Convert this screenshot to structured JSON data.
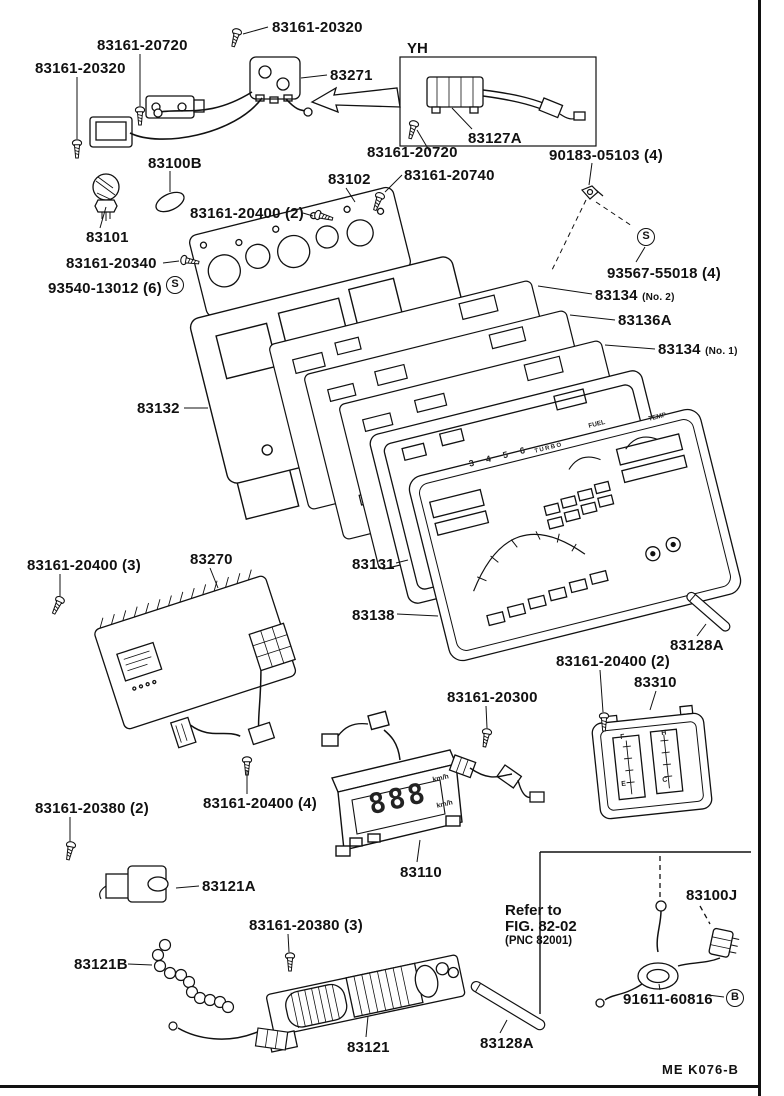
{
  "page": {
    "yh_label": "YH",
    "footer_code": "ME K076-B",
    "note": {
      "line1": "Refer to",
      "line2": "FIG. 82-02",
      "line3": "(PNC 82001)"
    }
  },
  "callouts": {
    "c01": "83161-20320",
    "c02": "83161-20720",
    "c03": "83161-20320",
    "c04": "83271",
    "c05": "83127A",
    "c06": "83161-20720",
    "c07": "90183-05103 (4)",
    "c08": "83100B",
    "c09": "83102",
    "c10": "83161-20740",
    "c11": "83161-20400 (2)",
    "c12": "83101",
    "c13": "83161-20340",
    "c14": "93540-13012 (6)",
    "c15": "93567-55018 (4)",
    "c16": "83134",
    "c16_suffix": "(No. 2)",
    "c17": "83136A",
    "c18": "83134",
    "c18_suffix": "(No. 1)",
    "c19": "83132",
    "c20": "83161-20400 (3)",
    "c21": "83270",
    "c22": "83131",
    "c23": "83138",
    "c24": "83128A",
    "c25": "83161-20400 (2)",
    "c26": "83310",
    "c27": "83161-20300",
    "c28": "83161-20400 (4)",
    "c29": "83161-20380 (2)",
    "c30": "83110",
    "c31": "83121A",
    "c32": "83100J",
    "c33": "83161-20380 (3)",
    "c34": "83121B",
    "c35": "91611-60816",
    "c36": "83121",
    "c37": "83128A"
  },
  "symbols": {
    "s_upper": "S",
    "s_lower": "S",
    "b_lower": "B"
  },
  "gauge_text": {
    "speed_numbers": "3 4 5 6",
    "turbo": "TURBO",
    "fuel": "FUEL",
    "temp": "TEMP",
    "digital_speed": "888",
    "speed_unit": "km/h",
    "fuel_full": "F",
    "fuel_empty": "E",
    "temp_hot": "H",
    "temp_cold": "C"
  },
  "colors": {
    "ink": "#111111",
    "paper": "#ffffff"
  }
}
